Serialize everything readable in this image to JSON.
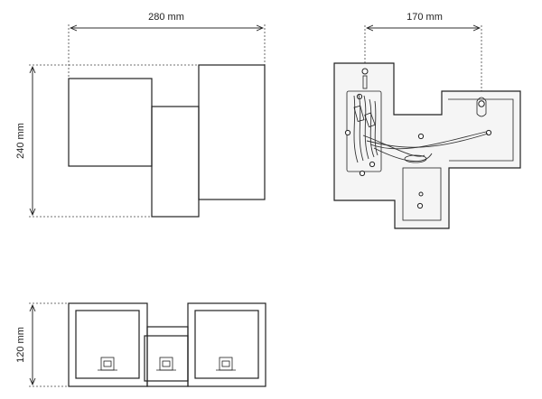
{
  "dimensions": {
    "top_width": "280 mm",
    "mount_spacing": "170 mm",
    "height": "240 mm",
    "depth": "120 mm"
  },
  "views": {
    "front": "front-view",
    "mounting_plate": "mounting-plate-view",
    "bottom": "bottom-view"
  }
}
